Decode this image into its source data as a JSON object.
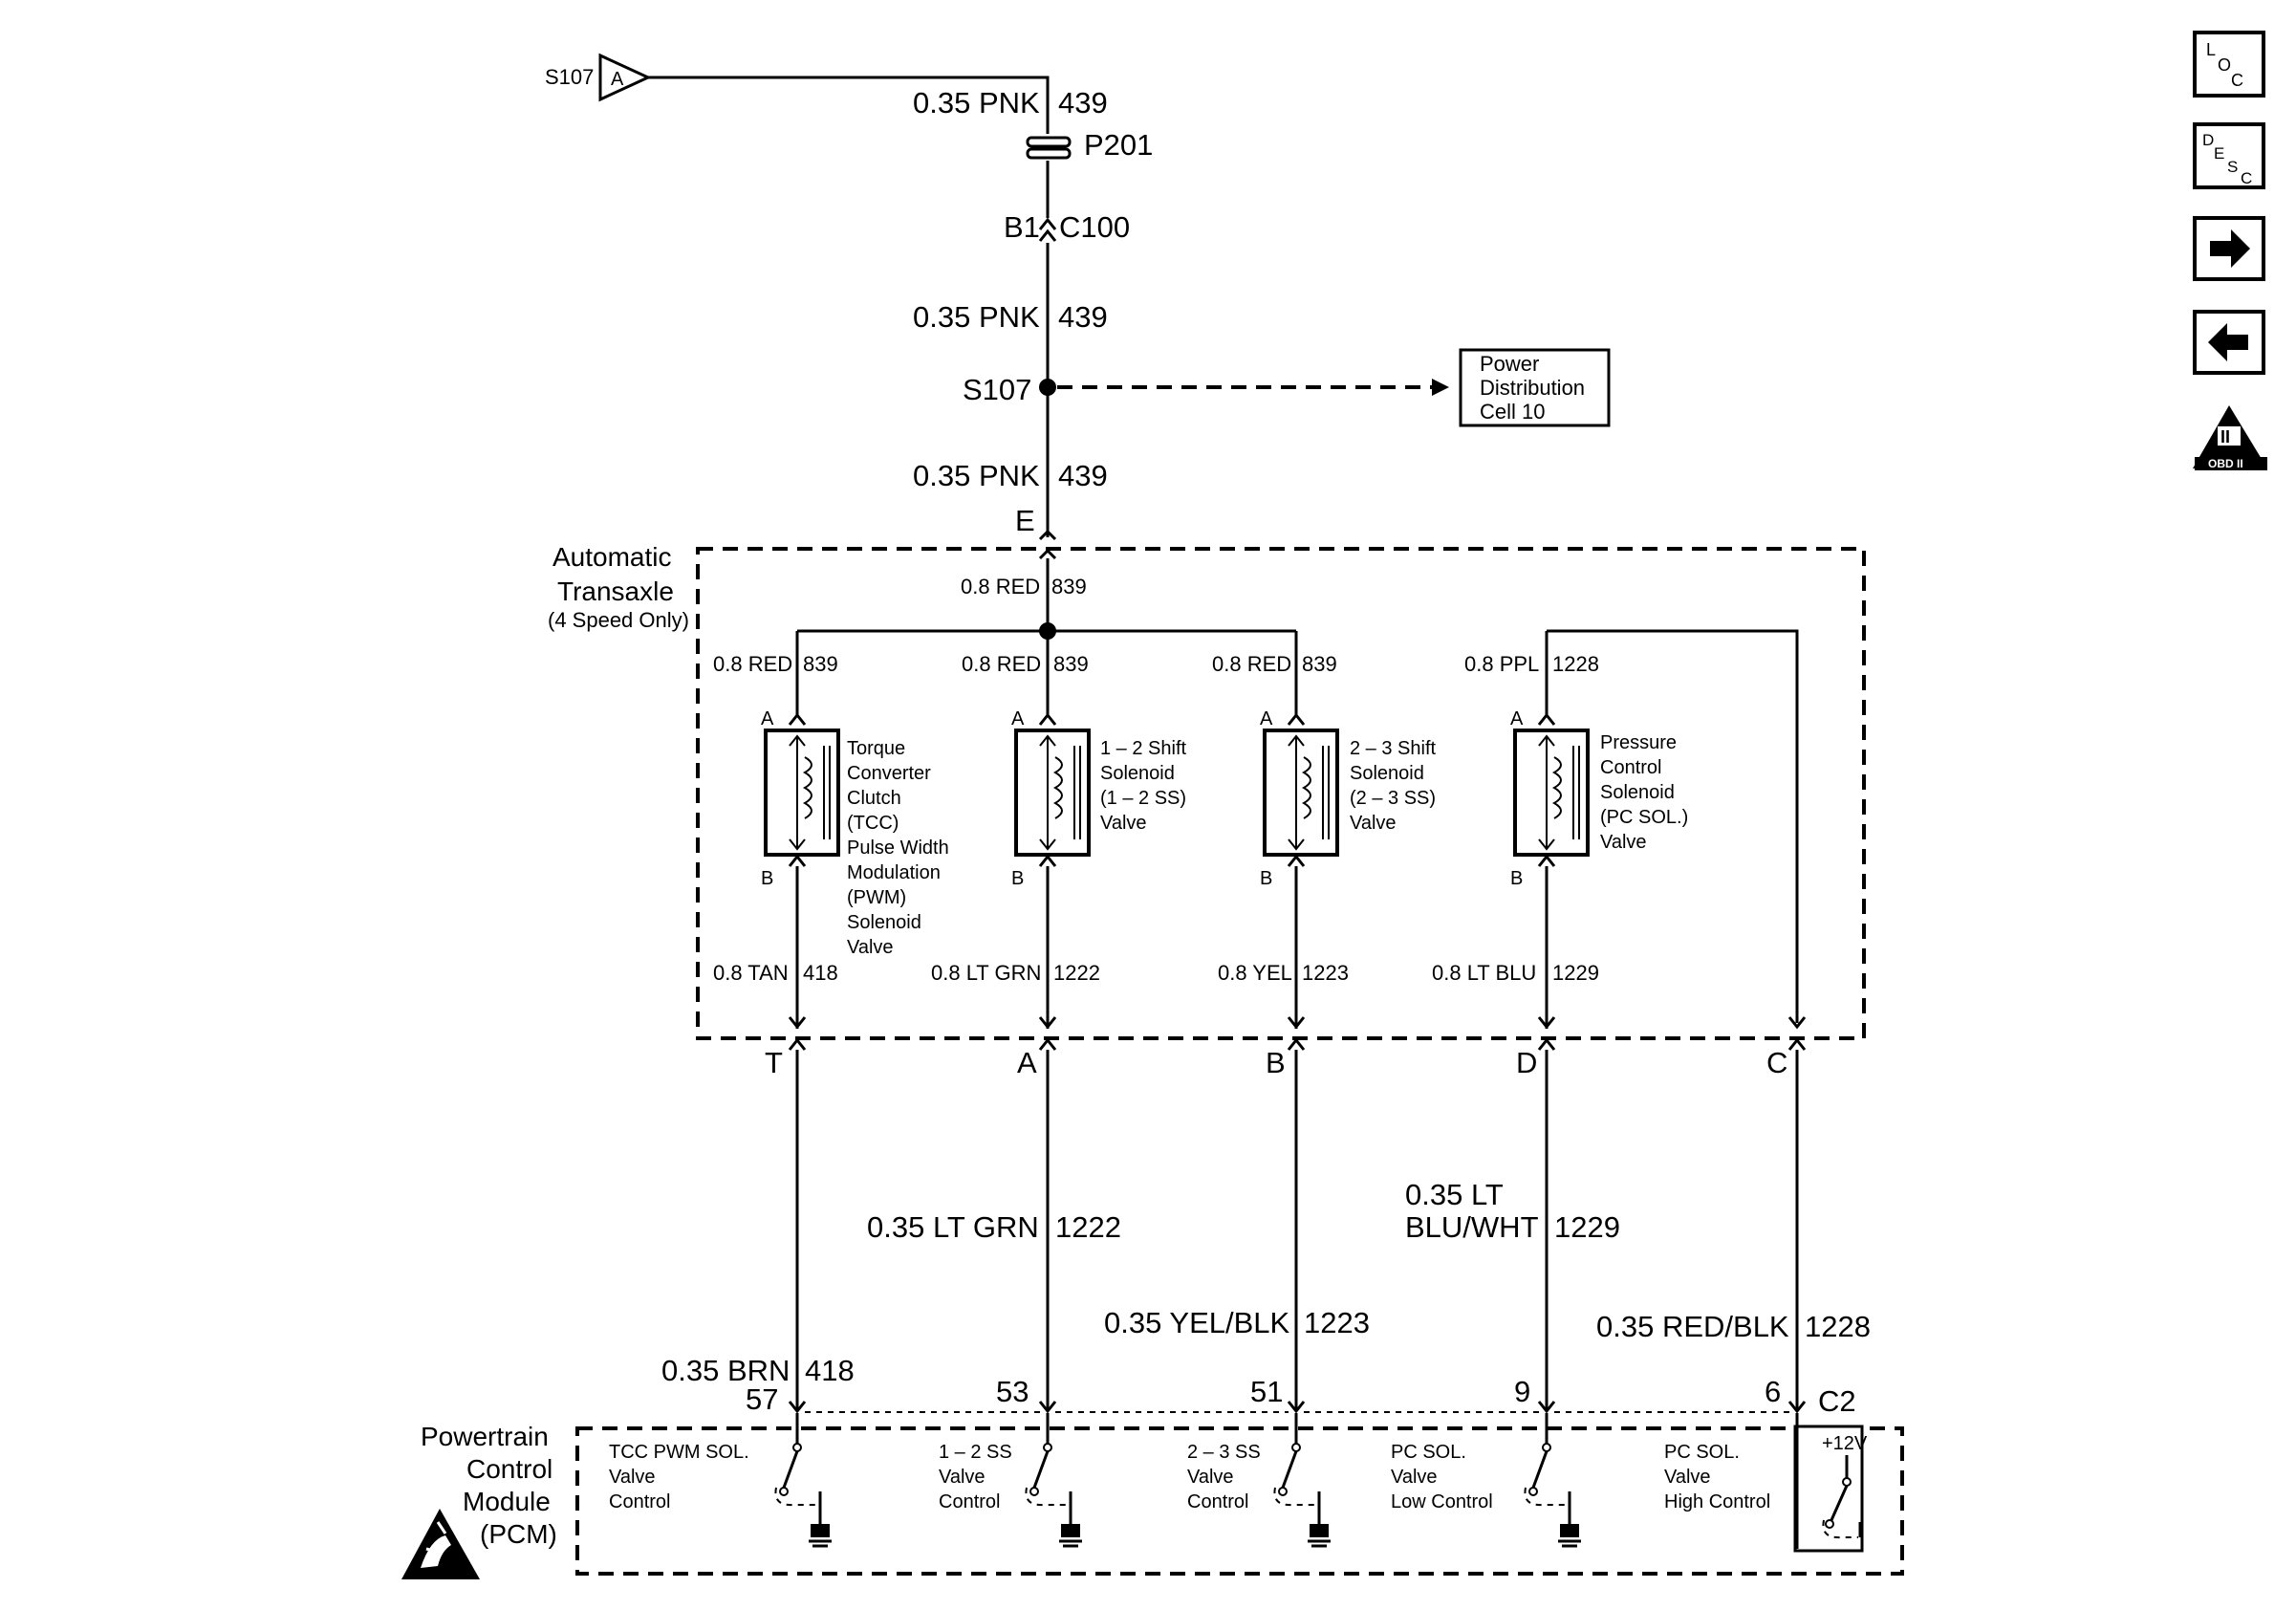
{
  "top_splice": {
    "label": "S107",
    "pin": "A"
  },
  "wire_top": {
    "size_color": "0.35 PNK",
    "circuit": "439"
  },
  "p201": "P201",
  "c100": {
    "pin": "B1",
    "conn": "C100"
  },
  "wire_mid": {
    "size_color": "0.35 PNK",
    "circuit": "439"
  },
  "splice_s107": "S107",
  "power_dist": {
    "line1": "Power",
    "line2": "Distribution",
    "line3": "Cell 10"
  },
  "wire_low": {
    "size_color": "0.35 PNK",
    "circuit": "439"
  },
  "pin_e": "E",
  "transaxle": {
    "line1": "Automatic",
    "line2": "Transaxle",
    "line3": "(4 Speed Only)"
  },
  "wire_839": {
    "size_color": "0.8 RED",
    "circuit": "839"
  },
  "solenoids": [
    {
      "top_wire": "0.8 RED",
      "top_circuit": "839",
      "pin_a": "A",
      "pin_b": "B",
      "name": [
        "Torque",
        "Converter",
        "Clutch",
        "(TCC)",
        "Pulse Width",
        "Modulation",
        "(PWM)",
        "Solenoid",
        "Valve"
      ],
      "bottom_wire": "0.8 TAN",
      "bottom_circuit": "418"
    },
    {
      "top_wire": "0.8 RED",
      "top_circuit": "839",
      "pin_a": "A",
      "pin_b": "B",
      "name": [
        "1 – 2 Shift",
        "Solenoid",
        "(1 – 2 SS)",
        "Valve"
      ],
      "bottom_wire": "0.8 LT GRN",
      "bottom_circuit": "1222"
    },
    {
      "top_wire": "0.8 RED",
      "top_circuit": "839",
      "pin_a": "A",
      "pin_b": "B",
      "name": [
        "2 – 3 Shift",
        "Solenoid",
        "(2 – 3 SS)",
        "Valve"
      ],
      "bottom_wire": "0.8 YEL",
      "bottom_circuit": "1223"
    },
    {
      "top_wire": "0.8 PPL",
      "top_circuit": "1228",
      "pin_a": "A",
      "pin_b": "B",
      "name": [
        "Pressure",
        "Control",
        "Solenoid",
        "(PC SOL.)",
        "Valve"
      ],
      "bottom_wire": "0.8 LT BLU",
      "bottom_circuit": "1229"
    }
  ],
  "transaxle_pins": [
    "T",
    "A",
    "B",
    "D",
    "C"
  ],
  "harness_wires": [
    {
      "size_color": "0.35 BRN",
      "circuit": "418"
    },
    {
      "size_color": "0.35 LT GRN",
      "circuit": "1222"
    },
    {
      "size_color": "0.35 YEL/BLK",
      "circuit": "1223"
    },
    {
      "size_color_line1": "0.35 LT",
      "size_color_line2": "BLU/WHT",
      "circuit": "1229"
    },
    {
      "size_color": "0.35 RED/BLK",
      "circuit": "1228"
    }
  ],
  "pcm_pins": [
    "57",
    "53",
    "51",
    "9",
    "6"
  ],
  "pcm_connector": "C2",
  "pcm": {
    "line1": "Powertrain",
    "line2": "Control",
    "line3": "Module",
    "line4": "(PCM)"
  },
  "pcm_drivers": [
    [
      "TCC PWM SOL.",
      "Valve",
      "Control"
    ],
    [
      "1 – 2 SS",
      "Valve",
      "Control"
    ],
    [
      "2 – 3 SS",
      "Valve",
      "Control"
    ],
    [
      "PC SOL.",
      "Valve",
      "Low Control"
    ],
    [
      "PC SOL.",
      "Valve",
      "High Control"
    ]
  ],
  "plus12v": "+12V",
  "nav": {
    "loc": {
      "l1": "L",
      "l2": "O",
      "l3": "C"
    },
    "desc": {
      "l1": "D",
      "l2": "E",
      "l3": "S",
      "l4": "C"
    },
    "obd_roman": "II",
    "obd": "OBD II"
  }
}
